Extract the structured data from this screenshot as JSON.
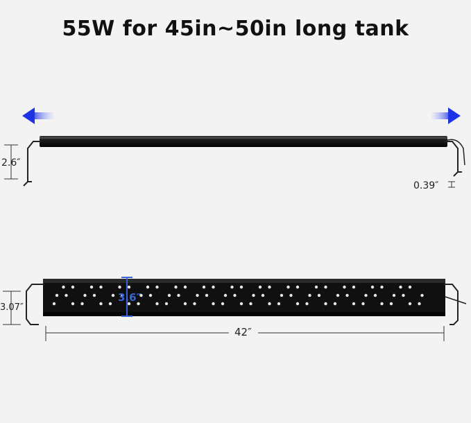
{
  "title": "55W for 45in~50in long tank",
  "dimensions": {
    "side_height": "2.6″",
    "clearance": "0.39″",
    "front_height": "3.07″",
    "light_width": "3.6″",
    "length": "42″"
  },
  "colors": {
    "arrow": "#2b3fe0",
    "highlight": "#3a63d6",
    "fixture": "#1a1a1a"
  }
}
